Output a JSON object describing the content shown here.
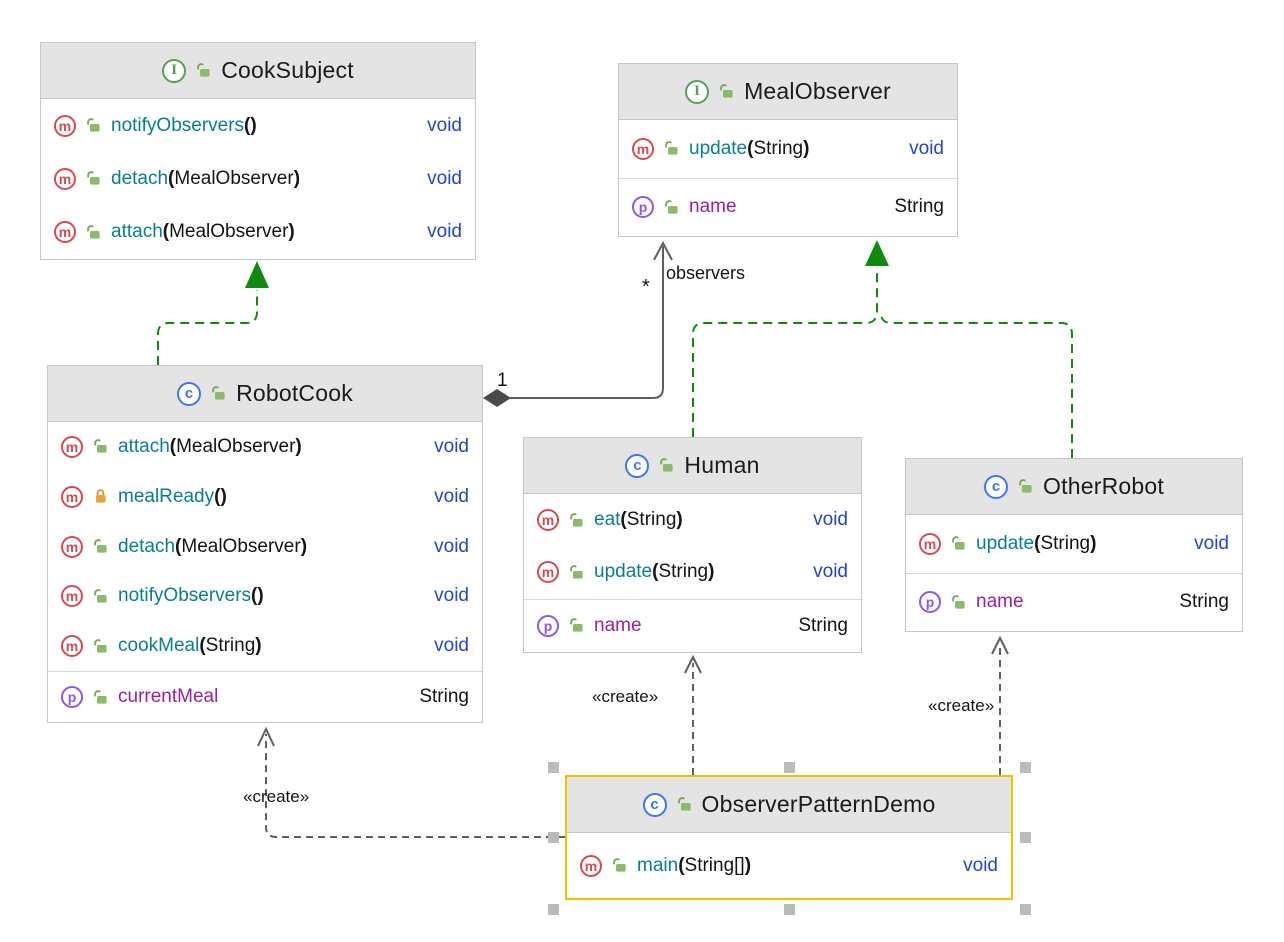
{
  "diagram": {
    "classes": [
      {
        "name": "CookSubject",
        "kind": "interface",
        "methods": [
          {
            "name": "notifyObservers",
            "params": "",
            "returns": "void",
            "visibility": "public"
          },
          {
            "name": "detach",
            "params": "MealObserver",
            "returns": "void",
            "visibility": "public"
          },
          {
            "name": "attach",
            "params": "MealObserver",
            "returns": "void",
            "visibility": "public"
          }
        ],
        "properties": []
      },
      {
        "name": "MealObserver",
        "kind": "interface",
        "methods": [
          {
            "name": "update",
            "params": "String",
            "returns": "void",
            "visibility": "public"
          }
        ],
        "properties": [
          {
            "name": "name",
            "type": "String",
            "visibility": "public"
          }
        ]
      },
      {
        "name": "RobotCook",
        "kind": "class",
        "methods": [
          {
            "name": "attach",
            "params": "MealObserver",
            "returns": "void",
            "visibility": "public"
          },
          {
            "name": "mealReady",
            "params": "",
            "returns": "void",
            "visibility": "private"
          },
          {
            "name": "detach",
            "params": "MealObserver",
            "returns": "void",
            "visibility": "public"
          },
          {
            "name": "notifyObservers",
            "params": "",
            "returns": "void",
            "visibility": "public"
          },
          {
            "name": "cookMeal",
            "params": "String",
            "returns": "void",
            "visibility": "public"
          }
        ],
        "properties": [
          {
            "name": "currentMeal",
            "type": "String",
            "visibility": "public"
          }
        ]
      },
      {
        "name": "Human",
        "kind": "class",
        "methods": [
          {
            "name": "eat",
            "params": "String",
            "returns": "void",
            "visibility": "public"
          },
          {
            "name": "update",
            "params": "String",
            "returns": "void",
            "visibility": "public"
          }
        ],
        "properties": [
          {
            "name": "name",
            "type": "String",
            "visibility": "public"
          }
        ]
      },
      {
        "name": "OtherRobot",
        "kind": "class",
        "methods": [
          {
            "name": "update",
            "params": "String",
            "returns": "void",
            "visibility": "public"
          }
        ],
        "properties": [
          {
            "name": "name",
            "type": "String",
            "visibility": "public"
          }
        ]
      },
      {
        "name": "ObserverPatternDemo",
        "kind": "class",
        "selected": true,
        "methods": [
          {
            "name": "main",
            "params": "String[]",
            "returns": "void",
            "visibility": "public"
          }
        ],
        "properties": []
      }
    ],
    "edge_labels": {
      "aggregation_field": "observers",
      "aggregation_target_multiplicity": "*",
      "aggregation_source_multiplicity": "1",
      "create_stereotype": "«create»"
    }
  },
  "colors": {
    "selection_yellow": "#f0c100",
    "realization_green": "#0f8a0f",
    "edge_gray": "#5f5f5f",
    "method_icon_red": "#d64a52",
    "class_icon_blue": "#3d76f2",
    "interface_icon_green": "#58a05a",
    "property_icon_violet": "#8c57f0",
    "lock_green": "#8cba6b",
    "lock_orange": "#e8a33d",
    "method_name_teal": "#0a7d91",
    "return_type_blue": "#2545cc",
    "property_name_purple": "#9c1f9e",
    "header_gray": "#e4e4e4",
    "box_border_gray": "#c6c6c6"
  }
}
